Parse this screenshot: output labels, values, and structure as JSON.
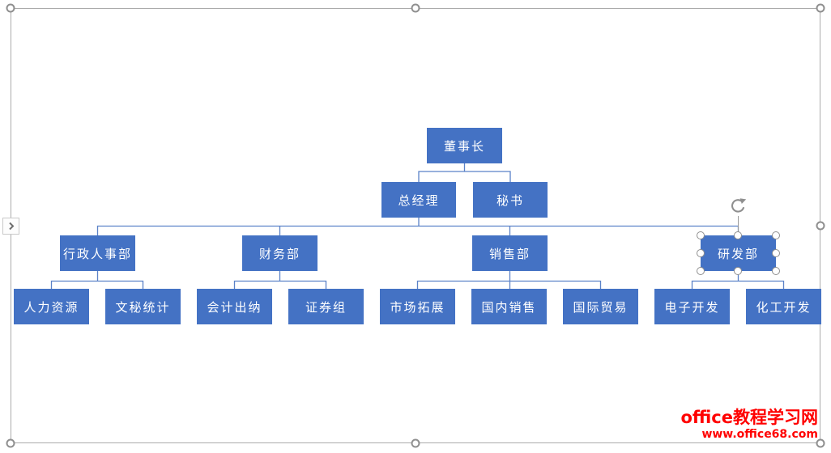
{
  "org_chart": {
    "type": "smartart-organization-chart",
    "nodes": {
      "chairman": "董事长",
      "general_manager": "总经理",
      "secretary": "秘书",
      "admin_hr_dept": "行政人事部",
      "finance_dept": "财务部",
      "sales_dept": "销售部",
      "rd_dept": "研发部",
      "human_resources": "人力资源",
      "clerical_statistics": "文秘统计",
      "accounting_cashier": "会计出纳",
      "securities_group": "证券组",
      "market_expansion": "市场拓展",
      "domestic_sales": "国内销售",
      "international_trade": "国际贸易",
      "electronic_dev": "电子开发",
      "chemical_dev": "化工开发"
    },
    "hierarchy": {
      "董事长": {
        "总经理": {
          "行政人事部": [
            "人力资源",
            "文秘统计"
          ],
          "财务部": [
            "会计出纳",
            "证券组"
          ],
          "销售部": [
            "市场拓展",
            "国内销售",
            "国际贸易"
          ],
          "研发部": [
            "电子开发",
            "化工开发"
          ]
        },
        "秘书": {}
      }
    },
    "selected_node": "研发部"
  },
  "watermark": {
    "line1": "office教程学习网",
    "line2": "www.office68.com"
  },
  "colors": {
    "node_fill": "#4472C4",
    "node_text": "#FFFFFF",
    "connector": "#5B82C8",
    "frame_border": "#ABABAB",
    "handle_stroke": "#8F8F8F",
    "watermark": "#FF0000"
  },
  "icons": {
    "pane_toggle": "chevron-right-icon",
    "rotate": "rotate-clockwise-icon"
  }
}
